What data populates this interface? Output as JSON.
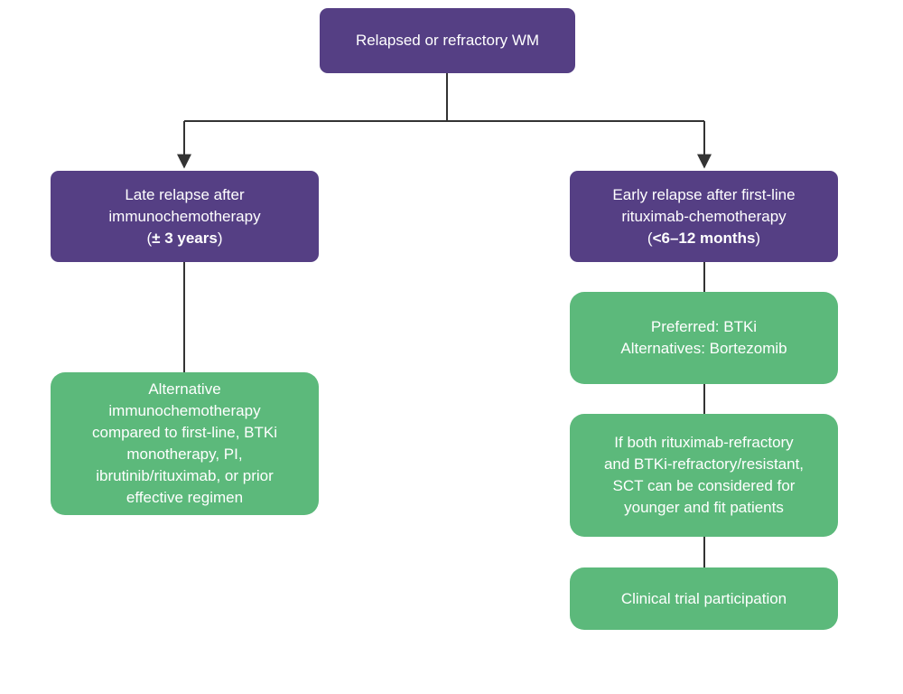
{
  "colors": {
    "decision_node": "#553f84",
    "outcome_node": "#5cb97b",
    "connector": "#333333",
    "text": "#ffffff"
  },
  "diagram": {
    "root": {
      "label": "Relapsed or refractory WM"
    },
    "late_relapse": {
      "line1": "Late relapse after",
      "line2": "immunochemotherapy",
      "line3_open": "(",
      "line3_bold": "± 3 years",
      "line3_close": ")"
    },
    "late_treatment": {
      "line1": "Alternative",
      "line2": "immunochemotherapy",
      "line3": "compared to first-line, BTKi",
      "line4": "monotherapy, PI,",
      "line5": "ibrutinib/rituximab, or prior",
      "line6": "effective regimen"
    },
    "early_relapse": {
      "line1": "Early relapse after first-line",
      "line2": "rituximab-chemotherapy",
      "line3_open": "(",
      "line3_bold": "<6–12 months",
      "line3_close": ")"
    },
    "early_treatment": {
      "line1": "Preferred: BTKi",
      "line2": "Alternatives: Bortezomib"
    },
    "refractory_option": {
      "line1": "If both rituximab-refractory",
      "line2": "and BTKi-refractory/resistant,",
      "line3": "SCT can be considered for",
      "line4": "younger and fit patients"
    },
    "clinical_trial": {
      "label": "Clinical trial participation"
    }
  }
}
